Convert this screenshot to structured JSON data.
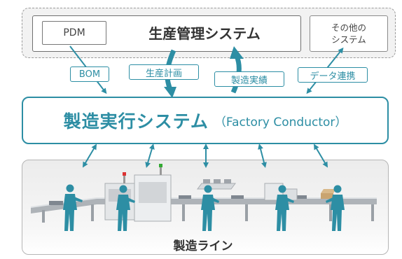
{
  "top": {
    "pdm": "PDM",
    "pms": "生産管理システム",
    "other_line1": "その他の",
    "other_line2": "システム"
  },
  "tags": {
    "bom": "BOM",
    "plan": "生産計画",
    "result": "製造実績",
    "link": "データ連携"
  },
  "mes": {
    "title": "製造実行システム",
    "subtitle": "（Factory Conductor）"
  },
  "line": {
    "label": "製造ライン"
  },
  "colors": {
    "teal": "#2d8ea4",
    "gray": "#9a9a9a"
  }
}
